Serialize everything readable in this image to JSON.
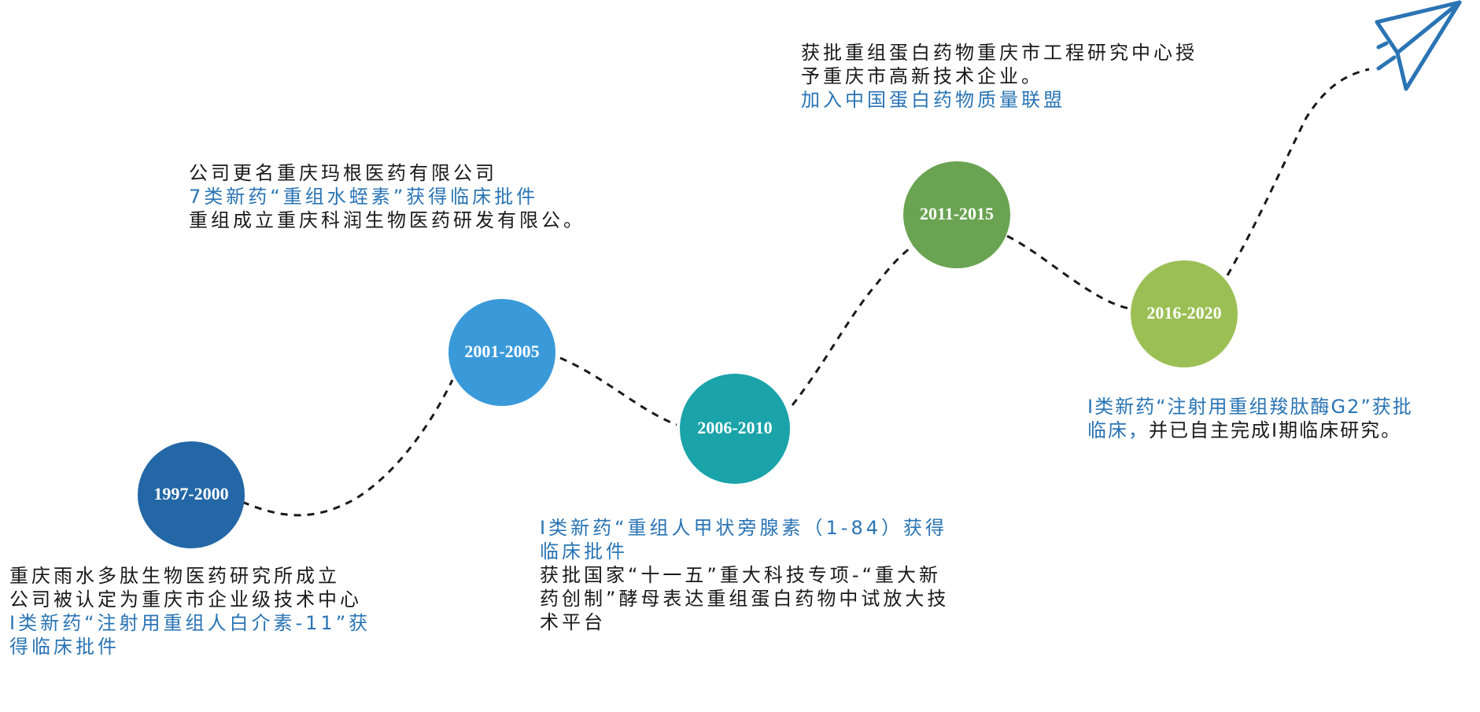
{
  "colors": {
    "blue_text": "#2a74b4",
    "dark_text": "#1a1a1a",
    "node_1997": "#2367a6",
    "node_2001": "#3a9ad9",
    "node_2006": "#1aa3a9",
    "node_2011": "#6aa352",
    "node_2016": "#9cbf55",
    "plane": "#2a74b4"
  },
  "icons": {
    "plane": "paper-plane-icon"
  },
  "nodes": [
    {
      "label": "1997-2000"
    },
    {
      "label": "2001-2005"
    },
    {
      "label": "2006-2010"
    },
    {
      "label": "2011-2015"
    },
    {
      "label": "2016-2020"
    }
  ],
  "blocks": {
    "p1": [
      {
        "text": "重庆雨水多肽生物医药研究所成立",
        "style": "dark"
      },
      {
        "text": "公司被认定为重庆市企业级技术中心",
        "style": "dark"
      },
      {
        "text": "I类新药“注射用重组人白介素-11”获",
        "style": "blue"
      },
      {
        "text": "得临床批件",
        "style": "blue"
      }
    ],
    "p2": [
      {
        "text": "公司更名重庆玛根医药有限公司",
        "style": "dark"
      },
      {
        "text": "7类新药“重组水蛭素”获得临床批件",
        "style": "blue"
      },
      {
        "text": "重组成立重庆科润生物医药研发有限公。",
        "style": "dark"
      }
    ],
    "p3": [
      {
        "text": "I类新药“重组人甲状旁腺素（1-84）获得",
        "style": "blue"
      },
      {
        "text": "临床批件",
        "style": "blue"
      },
      {
        "text": "获批国家“十一五”重大科技专项-“重大新",
        "style": "dark"
      },
      {
        "text": "药创制”酵母表达重组蛋白药物中试放大技",
        "style": "dark"
      },
      {
        "text": "术平台",
        "style": "dark"
      }
    ],
    "p4": [
      {
        "text": "获批重组蛋白药物重庆市工程研究中心授",
        "style": "dark"
      },
      {
        "text": "予重庆市高新技术企业。",
        "style": "dark"
      },
      {
        "text": "加入中国蛋白药物质量联盟",
        "style": "blue"
      }
    ],
    "p5": [
      {
        "text": "I类新药“注射用重组羧肽酶G2”获批",
        "style": "blue"
      },
      {
        "parts": [
          {
            "text": "临床，",
            "style": "blue"
          },
          {
            "text": "并已自主完成I期临床研究。",
            "style": "dark"
          }
        ]
      }
    ]
  }
}
